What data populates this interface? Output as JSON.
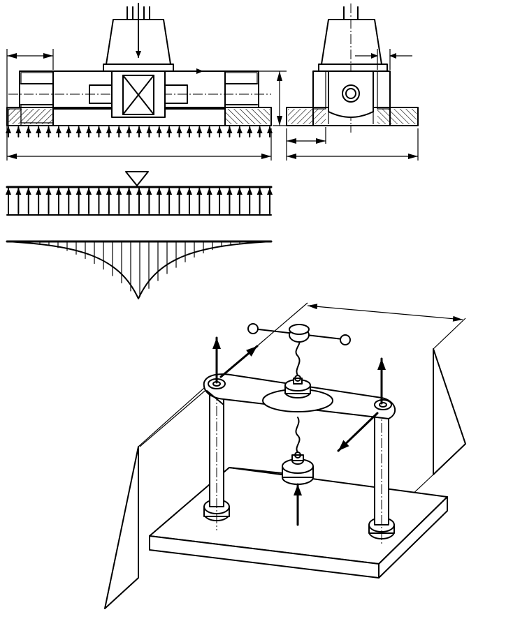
{
  "title": "",
  "colors": {
    "ink": "#000000",
    "background": "#ffffff"
  },
  "diagram": {
    "style": "black-and-white mechanical engineering line drawing",
    "panels": [
      {
        "name": "front-section-view",
        "labels": []
      },
      {
        "name": "side-section-view",
        "labels": []
      },
      {
        "name": "uniform-load-beam",
        "labels": []
      },
      {
        "name": "deflection-diagram",
        "labels": []
      },
      {
        "name": "isometric-test-rig",
        "labels": []
      }
    ],
    "uniform_load": {
      "arrow_count_section": 27,
      "arrow_count_beam": 27
    }
  }
}
